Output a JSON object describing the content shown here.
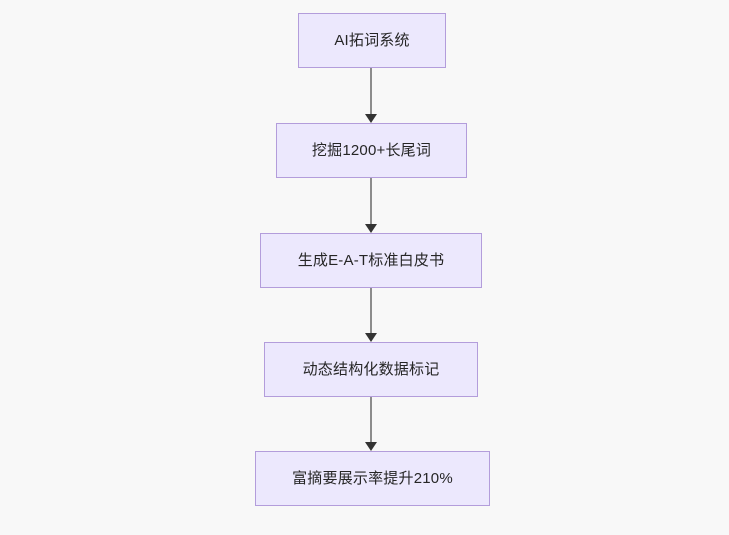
{
  "diagram": {
    "type": "flowchart",
    "orientation": "top-to-bottom",
    "background_color": "#f8f8f8",
    "node_fill_color": "#ece8fd",
    "node_border_color": "#b39ddb",
    "node_text_color": "#262626",
    "edge_color": "#8c8c8c",
    "arrowhead_color": "#333333",
    "nodes": [
      {
        "id": "node-1",
        "label": "AI拓词系统"
      },
      {
        "id": "node-2",
        "label": "挖掘1200+长尾词"
      },
      {
        "id": "node-3",
        "label": "生成E-A-T标准白皮书"
      },
      {
        "id": "node-4",
        "label": "动态结构化数据标记"
      },
      {
        "id": "node-5",
        "label": "富摘要展示率提升210%"
      }
    ],
    "edges": [
      {
        "id": "edge-1",
        "from": "node-1",
        "to": "node-2"
      },
      {
        "id": "edge-2",
        "from": "node-2",
        "to": "node-3"
      },
      {
        "id": "edge-3",
        "from": "node-3",
        "to": "node-4"
      },
      {
        "id": "edge-4",
        "from": "node-4",
        "to": "node-5"
      }
    ]
  }
}
